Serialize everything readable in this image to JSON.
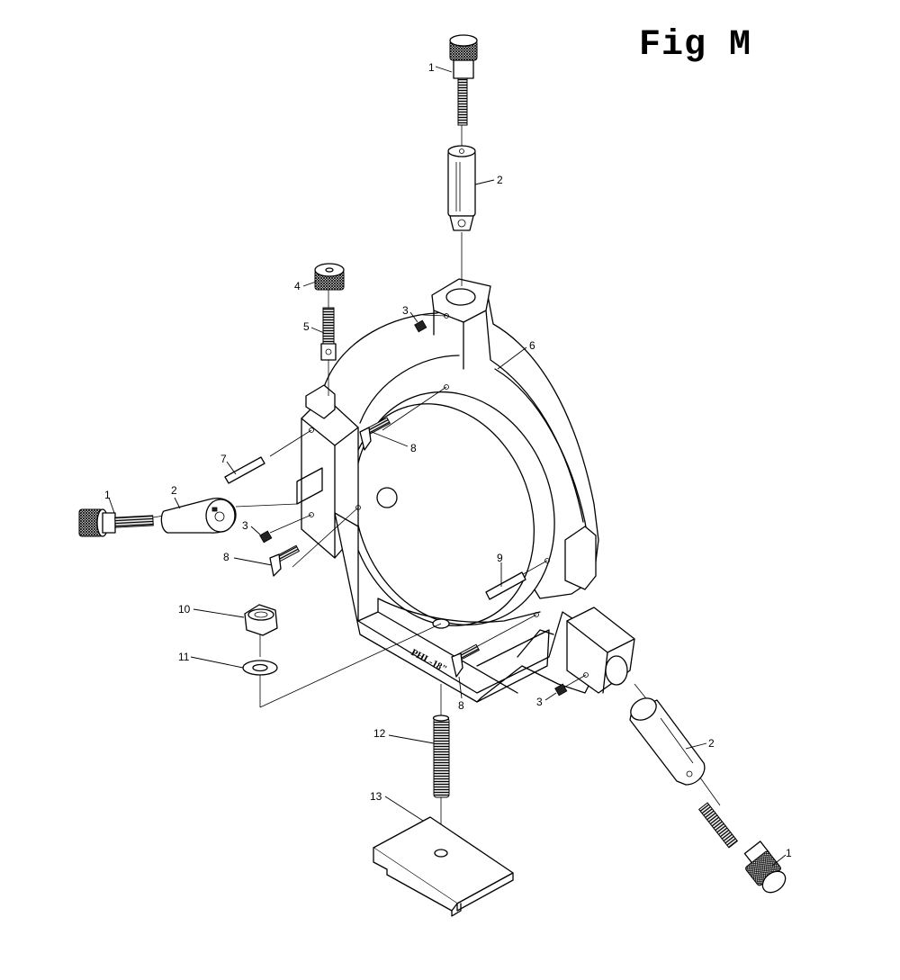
{
  "figure": {
    "title": "Fig M",
    "stamp": "PHL-18\""
  },
  "callouts": [
    {
      "id": "c1-top",
      "label": "1"
    },
    {
      "id": "c2-top",
      "label": "2"
    },
    {
      "id": "c3-top",
      "label": "3"
    },
    {
      "id": "c4",
      "label": "4"
    },
    {
      "id": "c5",
      "label": "5"
    },
    {
      "id": "c6",
      "label": "6"
    },
    {
      "id": "c7",
      "label": "7"
    },
    {
      "id": "c8-upper",
      "label": "8"
    },
    {
      "id": "c1-left",
      "label": "1"
    },
    {
      "id": "c2-left",
      "label": "2"
    },
    {
      "id": "c3-left",
      "label": "3"
    },
    {
      "id": "c8-left",
      "label": "8"
    },
    {
      "id": "c9",
      "label": "9"
    },
    {
      "id": "c10",
      "label": "10"
    },
    {
      "id": "c11",
      "label": "11"
    },
    {
      "id": "c8-lower",
      "label": "8"
    },
    {
      "id": "c3-right",
      "label": "3"
    },
    {
      "id": "c2-right",
      "label": "2"
    },
    {
      "id": "c12",
      "label": "12"
    },
    {
      "id": "c13",
      "label": "13"
    },
    {
      "id": "c1-right",
      "label": "1"
    }
  ]
}
